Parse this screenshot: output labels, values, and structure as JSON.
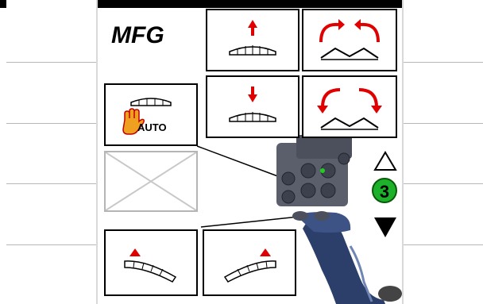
{
  "screen": {
    "title": "MFG",
    "auto_label": "AUTO",
    "counter_value": "3"
  },
  "colors": {
    "accent_red": "#e00000",
    "counter_green": "#1db02a",
    "joystick_blue": "#2b3f6a"
  },
  "icons": {
    "up_arrow_button": "boom-raise-icon",
    "down_arrow_button": "boom-lower-icon",
    "fold_in_button": "boom-fold-in-icon",
    "fold_out_button": "boom-fold-out-icon",
    "auto_button": "hand-auto-boom-icon",
    "disabled_button": "crossed-empty-icon",
    "tilt_left_button": "boom-tilt-left-icon",
    "tilt_right_button": "boom-tilt-right-icon",
    "nav_up": "nav-up-outline-icon",
    "nav_down": "nav-down-icon",
    "joystick": "joystick-image"
  }
}
